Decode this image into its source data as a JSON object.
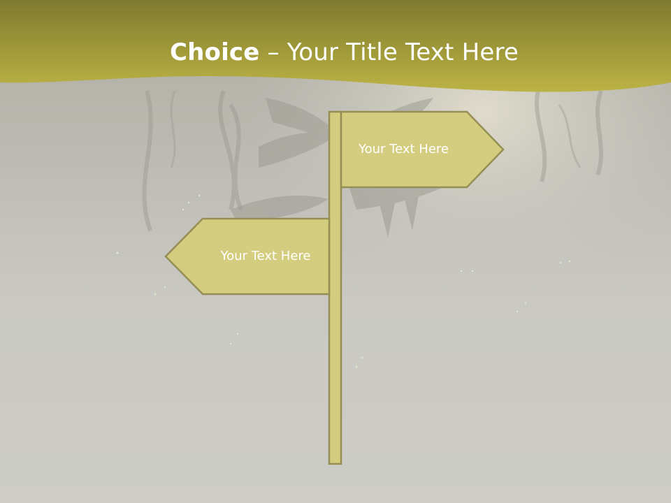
{
  "slide": {
    "title_bold": "Choice",
    "title_rest": " – Your Title Text Here"
  },
  "signpost": {
    "right_sign_text": "Your Text Here",
    "left_sign_text": "Your Text Here"
  },
  "colors": {
    "banner": "#a8a03a",
    "background": "#cbcac4",
    "sign_fill": "#d4cc7e",
    "sign_border": "#958f55"
  }
}
